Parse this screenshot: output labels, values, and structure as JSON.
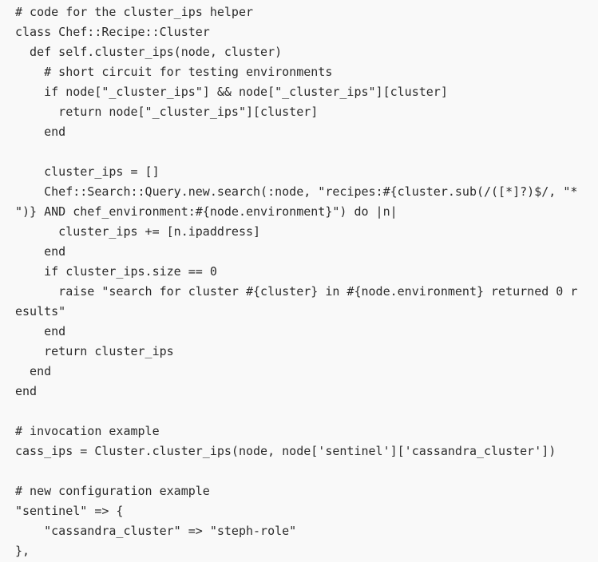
{
  "code": {
    "lines": [
      "# code for the cluster_ips helper",
      "class Chef::Recipe::Cluster",
      "  def self.cluster_ips(node, cluster)",
      "    # short circuit for testing environments",
      "    if node[\"_cluster_ips\"] && node[\"_cluster_ips\"][cluster]",
      "      return node[\"_cluster_ips\"][cluster]",
      "    end",
      "",
      "    cluster_ips = []",
      "    Chef::Search::Query.new.search(:node, \"recipes:#{cluster.sub(/([*]?)$/, \"*",
      "\")} AND chef_environment:#{node.environment}\") do |n|",
      "      cluster_ips += [n.ipaddress]",
      "    end",
      "    if cluster_ips.size == 0",
      "      raise \"search for cluster #{cluster} in #{node.environment} returned 0 r",
      "esults\"",
      "    end",
      "    return cluster_ips",
      "  end",
      "end",
      "",
      "# invocation example",
      "cass_ips = Cluster.cluster_ips(node, node['sentinel']['cassandra_cluster'])",
      "",
      "# new configuration example",
      "\"sentinel\" => {",
      "    \"cassandra_cluster\" => \"steph-role\"",
      "},"
    ]
  }
}
